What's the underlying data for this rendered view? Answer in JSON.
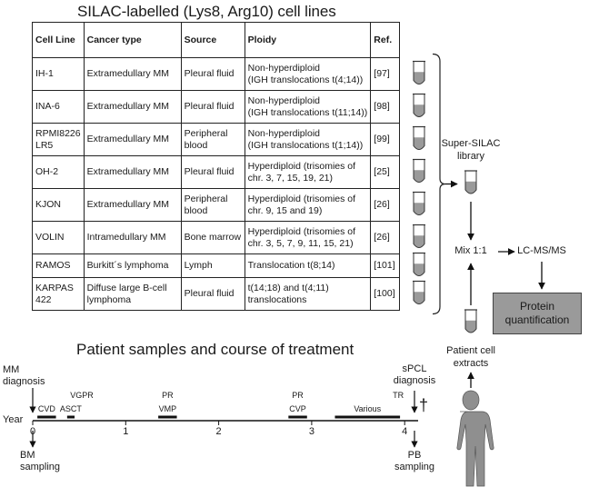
{
  "title": "SILAC-labelled (Lys8, Arg10) cell lines",
  "table": {
    "headers": [
      "Cell Line",
      "Cancer type",
      "Source",
      "Ploidy",
      "Ref."
    ],
    "rows": [
      {
        "line": [
          "IH-1"
        ],
        "cancer": [
          "Extramedullary MM"
        ],
        "source": [
          "Pleural fluid"
        ],
        "ploidy": [
          "Non-hyperdiploid",
          "(IGH translocations t(4;14))"
        ],
        "ref": "[97]"
      },
      {
        "line": [
          "INA-6"
        ],
        "cancer": [
          "Extramedullary MM"
        ],
        "source": [
          "Pleural fluid"
        ],
        "ploidy": [
          "Non-hyperdiploid",
          "(IGH translocations t(11;14))"
        ],
        "ref": "[98]"
      },
      {
        "line": [
          "RPMI8226",
          "LR5"
        ],
        "cancer": [
          "Extramedullary MM"
        ],
        "source": [
          "Peripheral",
          "blood"
        ],
        "ploidy": [
          "Non-hyperdiploid",
          "(IGH translocations t(1;14))"
        ],
        "ref": "[99]"
      },
      {
        "line": [
          "OH-2"
        ],
        "cancer": [
          "Extramedullary MM"
        ],
        "source": [
          "Pleural fluid"
        ],
        "ploidy": [
          "Hyperdiploid (trisomies of",
          "chr. 3, 7, 15, 19, 21)"
        ],
        "ref": "[25]"
      },
      {
        "line": [
          "KJON"
        ],
        "cancer": [
          "Extramedullary MM"
        ],
        "source": [
          "Peripheral",
          "blood"
        ],
        "ploidy": [
          "Hyperdiploid (trisomies of",
          "chr. 9, 15 and 19)"
        ],
        "ref": "[26]"
      },
      {
        "line": [
          "VOLIN"
        ],
        "cancer": [
          "Intramedullary MM"
        ],
        "source": [
          "Bone marrow"
        ],
        "ploidy": [
          "Hyperdiploid (trisomies of",
          "chr. 3, 5, 7, 9, 11, 15, 21)"
        ],
        "ref": "[26]"
      },
      {
        "line": [
          "RAMOS"
        ],
        "cancer": [
          "Burkitt´s lymphoma"
        ],
        "source": [
          "Lymph"
        ],
        "ploidy": [
          "Translocation t(8;14)"
        ],
        "ref": "[101]"
      },
      {
        "line": [
          "KARPAS",
          "422"
        ],
        "cancer": [
          "Diffuse large B-cell",
          "lymphoma"
        ],
        "source": [
          "Pleural fluid"
        ],
        "ploidy": [
          "t(14;18) and t(4;11)",
          "translocations"
        ],
        "ref": "[100]"
      }
    ]
  },
  "workflow": {
    "super_silac": [
      "Super-SILAC",
      "library"
    ],
    "mix": "Mix 1:1",
    "lcms": "LC-MS/MS",
    "protein": [
      "Protein",
      "quantification"
    ],
    "patient_extracts": [
      "Patient cell",
      "extracts"
    ]
  },
  "timeline": {
    "title": "Patient samples and course of treatment",
    "year_label": "Year",
    "ticks": [
      "0",
      "1",
      "2",
      "3",
      "4"
    ],
    "mm_diagnosis": [
      "MM",
      "diagnosis"
    ],
    "bm_sampling": [
      "BM",
      "sampling"
    ],
    "spcl_diagnosis": [
      "sPCL",
      "diagnosis"
    ],
    "pb_sampling": [
      "PB",
      "sampling"
    ],
    "death_symbol": "†",
    "treatments": [
      {
        "label": "CVD",
        "start": 0.05,
        "end": 0.25,
        "response": ""
      },
      {
        "label": "ASCT",
        "start": 0.37,
        "end": 0.45,
        "response": "VGPR"
      },
      {
        "label": "VMP",
        "start": 1.35,
        "end": 1.55,
        "response": "PR"
      },
      {
        "label": "CVP",
        "start": 2.75,
        "end": 2.95,
        "response": "PR"
      },
      {
        "label": "Various",
        "start": 3.25,
        "end": 3.95,
        "response": "TR"
      }
    ]
  }
}
